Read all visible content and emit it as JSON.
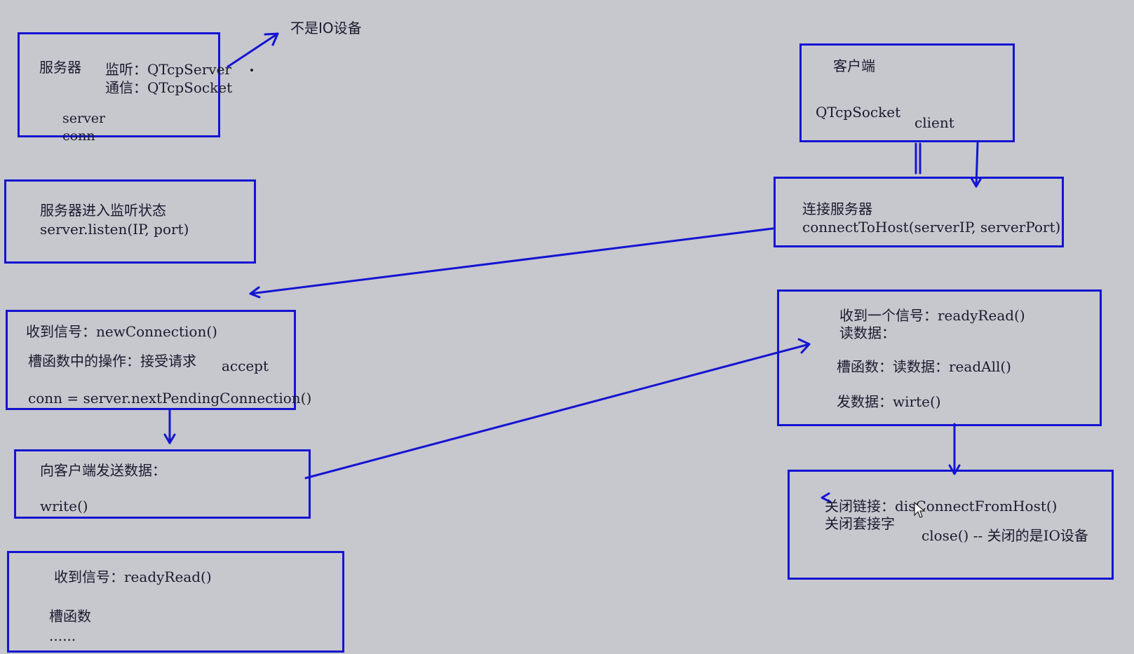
{
  "annotations": {
    "not_io_device": "不是IO设备"
  },
  "server_box": {
    "title": "服务器",
    "listen_line": "监听：QTcpServer",
    "comm_line": "通信：QTcpSocket",
    "server_var": "server",
    "conn_var": "conn"
  },
  "client_box": {
    "title": "客户端",
    "socket": "QTcpSocket",
    "client_var": "client"
  },
  "listen_box": {
    "title": "服务器进入监听状态",
    "code": "server.listen(IP, port)"
  },
  "connect_box": {
    "title": "连接服务器",
    "code": "connectToHost(serverIP, serverPort)"
  },
  "newconn_box": {
    "signal": "收到信号：newConnection()",
    "slot_op": "槽函数中的操作：接受请求",
    "accept": "accept",
    "code": "conn = server.nextPendingConnection()"
  },
  "client_read_box": {
    "signal": "收到一个信号：readyRead()",
    "read": "读数据：",
    "slot": "槽函数：读数据：readAll()",
    "send": "发数据：wirte()"
  },
  "send_box": {
    "title": "向客户端发送数据：",
    "code": "write()"
  },
  "close_box": {
    "disconnect": "关闭链接：disConnectFromHost()",
    "close_socket": "关闭套接字",
    "close_note": "close() -- 关闭的是IO设备"
  },
  "server_read_box": {
    "signal": "收到信号：readyRead()",
    "slot": "槽函数",
    "ellipsis": "......"
  },
  "colors": {
    "line": "#1414d2",
    "background": "#c7c7ce",
    "text": "#1a1a2e"
  }
}
